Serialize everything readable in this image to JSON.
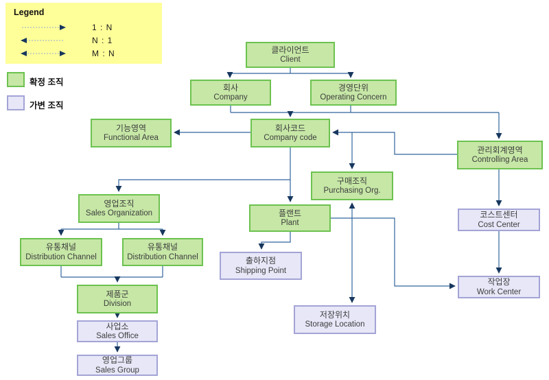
{
  "legend": {
    "title": "Legend",
    "items": [
      {
        "icon": "arrow-right-icon",
        "label": "1 : N"
      },
      {
        "icon": "arrow-left-icon",
        "label": "N : 1"
      },
      {
        "icon": "arrow-both-icon",
        "label": "M : N"
      }
    ]
  },
  "swatches": [
    {
      "type": "green",
      "label": "확정 조직"
    },
    {
      "type": "lavender",
      "label": "가변 조직"
    }
  ],
  "nodes": {
    "client": {
      "ko": "클라이언트",
      "en": "Client"
    },
    "company": {
      "ko": "회사",
      "en": "Company"
    },
    "operating_concern": {
      "ko": "경영단위",
      "en": "Operating Concern"
    },
    "functional_area": {
      "ko": "기능영역",
      "en": "Functional Area"
    },
    "company_code": {
      "ko": "회사코드",
      "en": "Company code"
    },
    "controlling_area": {
      "ko": "관리회계영역",
      "en": "Controlling Area"
    },
    "purchasing_org": {
      "ko": "구매조직",
      "en": "Purchasing Org."
    },
    "sales_org": {
      "ko": "영업조직",
      "en": "Sales Organization"
    },
    "plant": {
      "ko": "플랜트",
      "en": "Plant"
    },
    "cost_center": {
      "ko": "코스트센터",
      "en": "Cost Center"
    },
    "dist_channel_left": {
      "ko": "유통채널",
      "en": "Distribution Channel"
    },
    "dist_channel_right": {
      "ko": "유통채널",
      "en": "Distribution Channel"
    },
    "shipping_point": {
      "ko": "출하지점",
      "en": "Shipping Point"
    },
    "work_center": {
      "ko": "작업장",
      "en": "Work Center"
    },
    "division": {
      "ko": "제품군",
      "en": "Division"
    },
    "storage_location": {
      "ko": "저장위치",
      "en": "Storage Location"
    },
    "sales_office": {
      "ko": "사업소",
      "en": "Sales Office"
    },
    "sales_group": {
      "ko": "영업그룹",
      "en": "Sales Group"
    }
  },
  "colors": {
    "legend_bg": "#ffff99",
    "green_fill": "#c6e7a6",
    "green_border": "#6cc24f",
    "lavender_fill": "#e7e7f8",
    "lavender_border": "#a3a3d6",
    "connector": "#31659c",
    "arrowhead": "#17375e",
    "text": "#3d3d3d"
  }
}
